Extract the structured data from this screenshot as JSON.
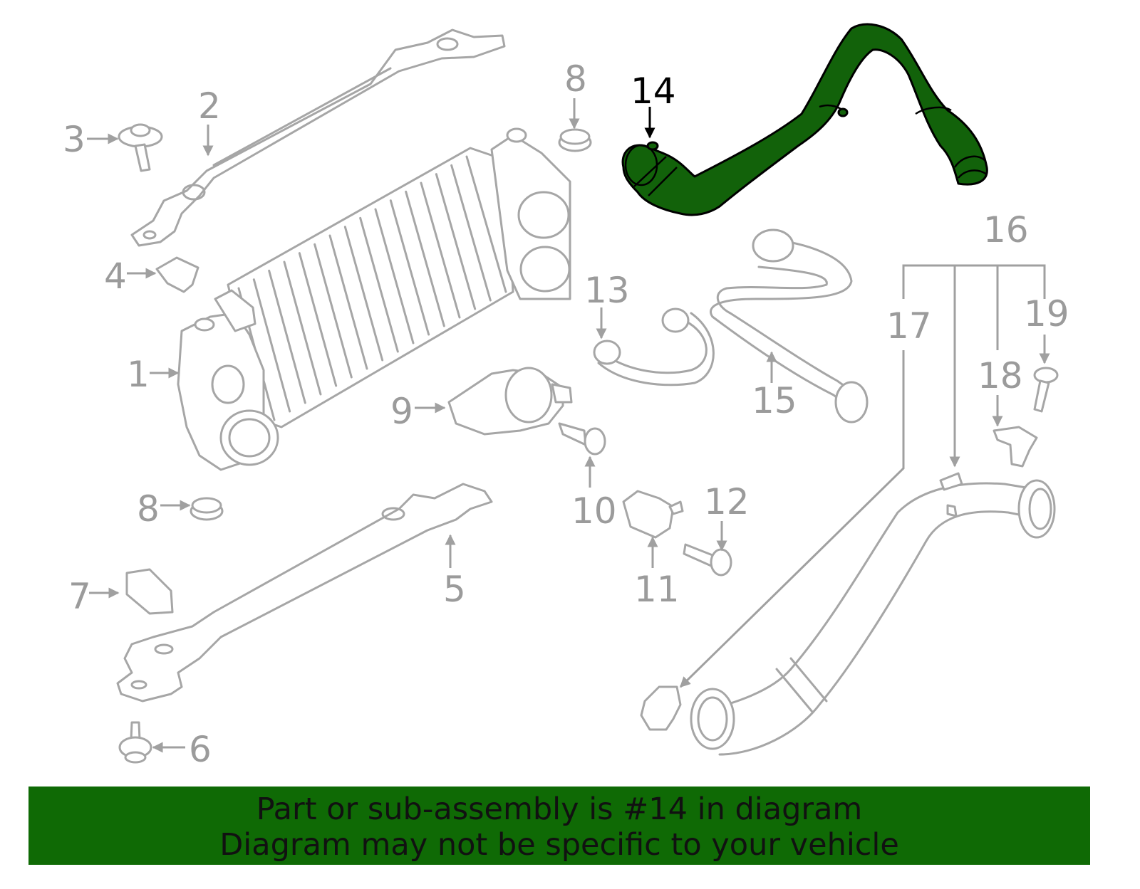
{
  "diagram": {
    "callouts": [
      "1",
      "2",
      "3",
      "4",
      "5",
      "6",
      "7",
      "8",
      "8",
      "9",
      "10",
      "11",
      "12",
      "13",
      "14",
      "15",
      "16",
      "17",
      "18",
      "19"
    ],
    "highlighted_callout": "14",
    "colors": {
      "highlight_fill": "#12620a",
      "line_art": "#a6a6a6",
      "label": "#9b9b9b",
      "highlight_label": "#000000",
      "banner_bg": "#0f6a05"
    }
  },
  "banner": {
    "line1": "Part or sub-assembly is #14 in diagram",
    "line2": "Diagram may not be specific to your vehicle"
  }
}
